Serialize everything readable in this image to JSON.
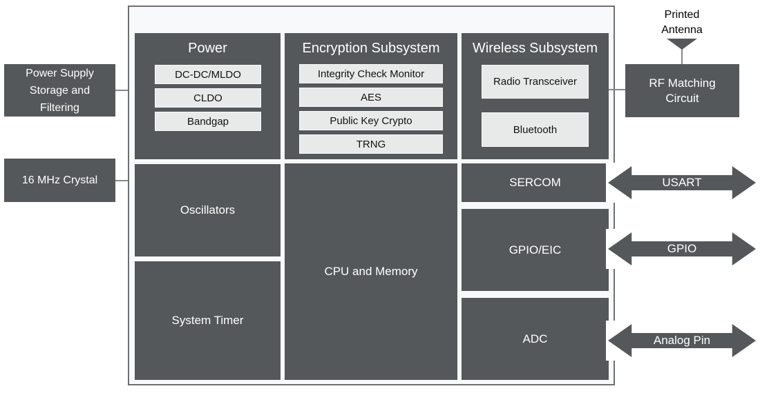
{
  "colors": {
    "block_dark": "#54585A",
    "subblock_light": "#E8E9E9",
    "frame_border": "#6D6F71",
    "frame_background": "#F8F9FA",
    "connector": "#85888A",
    "text_on_dark": "#FFFFFF",
    "text_on_light": "#111111"
  },
  "external_blocks": {
    "power_supply": {
      "label": "Power Supply\nStorage and\nFiltering"
    },
    "crystal": {
      "label": "16 MHz Crystal"
    },
    "printed_antenna": {
      "label": "Printed\nAntenna"
    },
    "rf_matching": {
      "label": "RF Matching\nCircuit"
    }
  },
  "groups": {
    "power": {
      "title": "Power",
      "items": [
        "DC-DC/MLDO",
        "CLDO",
        "Bandgap"
      ]
    },
    "encryption": {
      "title": "Encryption Subsystem",
      "items": [
        "Integrity Check Monitor",
        "AES",
        "Public Key Crypto",
        "TRNG"
      ]
    },
    "wireless": {
      "title": "Wireless Subsystem",
      "items": [
        "Radio Transceiver",
        "Bluetooth"
      ]
    }
  },
  "blocks": {
    "oscillators": "Oscillators",
    "system_timer": "System Timer",
    "cpu_memory": "CPU and Memory",
    "sercom": "SERCOM",
    "gpio_eic": "GPIO/EIC",
    "adc": "ADC"
  },
  "pins": {
    "usart": "USART",
    "gpio": "GPIO",
    "analog": "Analog Pin"
  }
}
